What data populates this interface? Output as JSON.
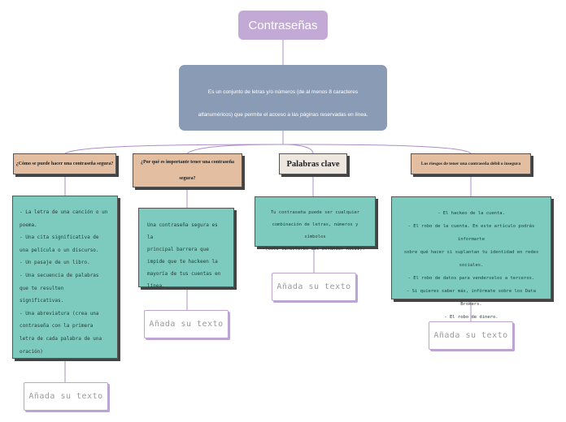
{
  "title": "Contraseñas",
  "definition": {
    "line1": "Es un conjunto de letras y/o números (de al menos 8 caracteres",
    "line2": "alfanuméricos) que permite el acceso a las páginas reservadas en línea."
  },
  "branches": [
    {
      "heading": "¿Cómo se puede hacer una contraseña segura?",
      "lines": [
        "- La letra de una canción o un",
        "poema.",
        "- Una cita significativa de",
        "una película o un discurso.",
        "- Un pasaje de un libro.",
        "- Una secuencia de palabras",
        "que te resulten",
        "significativas.",
        "- Una abreviatura (crea una",
        "contraseña con la primera",
        "letra de cada palabra de una",
        "oración)"
      ],
      "placeholder": "Añada su texto"
    },
    {
      "heading": "¿Por qué es importante tener una contraseña segura?",
      "lines": [
        "Una contraseña segura es la",
        "principal barrera que",
        "impide que te hackeen la",
        "mayoría de tus cuentas en",
        "línea."
      ],
      "placeholder": "Añada su texto"
    },
    {
      "heading": "Palabras clave",
      "lines": [
        "Tu contraseña puede ser cualquier",
        "combinación de letras, números y símbolos",
        "(solo caracteres del estándar ASCII)."
      ],
      "placeholder": "Añada su texto"
    },
    {
      "heading": "Los riesgos de tener una contraseña débil o insegura",
      "lines": [
        "- El hackeo de la cuenta.",
        "- El robo de la cuenta. En este artículo podrás informarte",
        "sobre qué hacer si suplantan tu identidad en redes",
        "sociales.",
        "- El robo de datos para venderselos a terceros.",
        "- Si quieres saber más, infórmate sobre los Data Brokers.",
        "- El robo de dinero."
      ],
      "placeholder": "Añada su texto"
    }
  ],
  "colors": {
    "title_bg": "#c3a9d5",
    "definition_bg": "#8a9cb5",
    "heading_bg": "#e3bea0",
    "keyword_heading_bg": "#ede7df",
    "card_bg": "#7dcbbe",
    "connector": "#a98fc8"
  }
}
